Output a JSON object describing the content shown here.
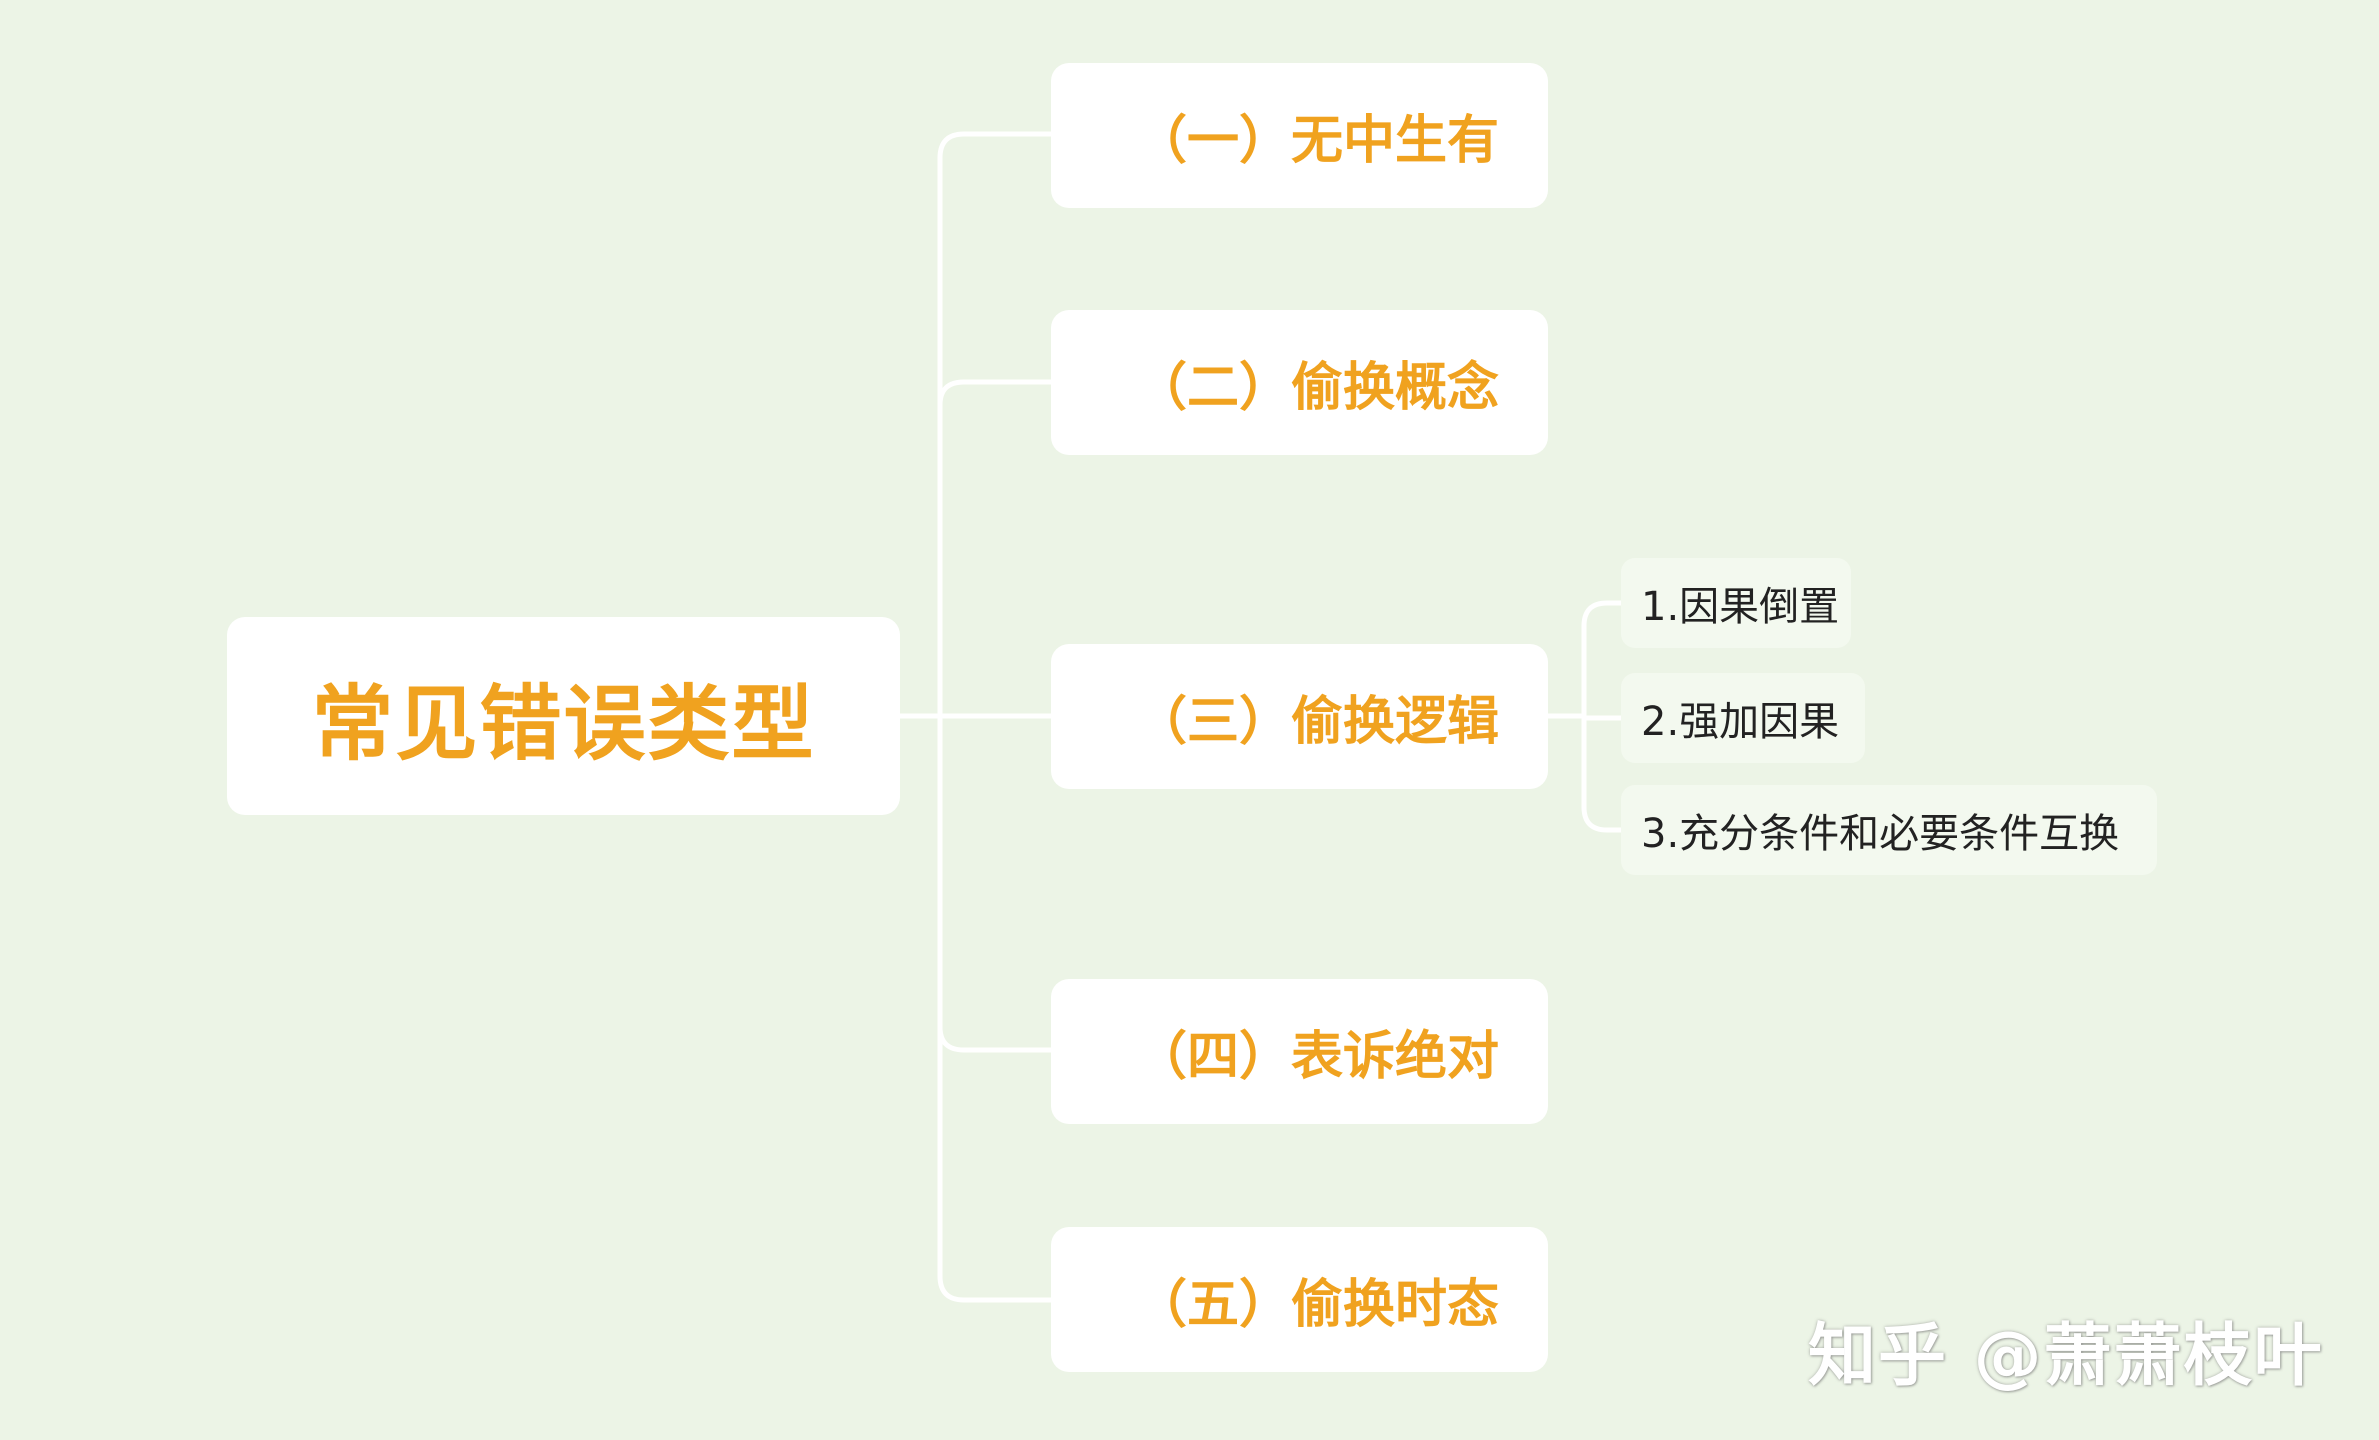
{
  "root": {
    "label": "常见错误类型"
  },
  "branches": [
    {
      "label": "（一）无中生有"
    },
    {
      "label": "（二）偷换概念"
    },
    {
      "label": "（三）偷换逻辑"
    },
    {
      "label": "（四）表诉绝对"
    },
    {
      "label": "（五）偷换时态"
    }
  ],
  "sub_items": [
    {
      "label": "1.因果倒置"
    },
    {
      "label": "2.强加因果"
    },
    {
      "label": "3.充分条件和必要条件互换"
    }
  ],
  "watermark": {
    "text": "知乎 @萧萧枝叶"
  },
  "colors": {
    "background": "#ecf4e6",
    "node_fill": "#ffffff",
    "accent_text": "#f0a21f",
    "connector": "#ffffff",
    "leaf_fill": "#f3f9ef",
    "leaf_text": "#222222"
  }
}
